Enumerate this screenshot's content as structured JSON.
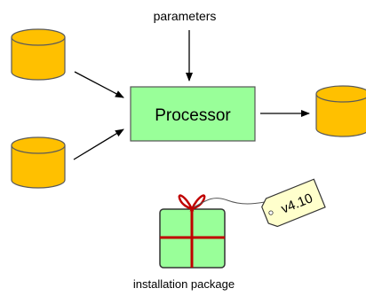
{
  "diagram": {
    "parameters_label": "parameters",
    "processor_label": "Processor",
    "package_label": "installation package",
    "version_tag": "v4.10"
  },
  "colors": {
    "cylinder_fill": "#ffc000",
    "cylinder_stroke": "#5a5a5a",
    "processor_fill": "#99ff99",
    "processor_stroke": "#555555",
    "gift_fill": "#99ff99",
    "ribbon": "#c00000",
    "tag_fill": "#ffffcc"
  }
}
